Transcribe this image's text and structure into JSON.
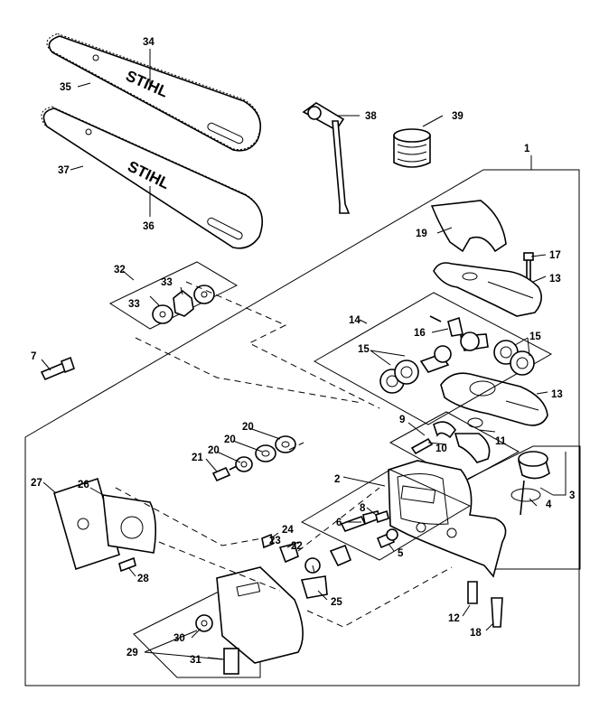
{
  "brand_text": "STIHL",
  "callouts": [
    "1",
    "2",
    "3",
    "4",
    "5",
    "6",
    "7",
    "8",
    "9",
    "10",
    "11",
    "12",
    "13",
    "13",
    "14",
    "15",
    "15",
    "16",
    "17",
    "18",
    "19",
    "20",
    "20",
    "20",
    "21",
    "22",
    "23",
    "24",
    "25",
    "26",
    "27",
    "28",
    "29",
    "30",
    "31",
    "32",
    "33",
    "33",
    "34",
    "35",
    "36",
    "37",
    "38",
    "39"
  ]
}
